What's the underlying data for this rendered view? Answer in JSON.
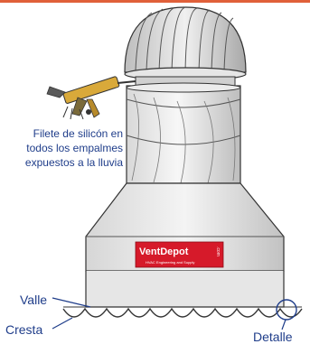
{
  "note": {
    "lines": [
      "Filete de silicón en",
      "todos los empalmes",
      "expuestos a la lluvia"
    ]
  },
  "labels": {
    "valle": "Valle",
    "cresta": "Cresta",
    "detalle": "Detalle"
  },
  "brand": {
    "name": "VentDepot",
    "tagline": "HVAC Engineering and Supply",
    "suffix": ".com"
  },
  "colors": {
    "top_bar": "#e0603a",
    "label_text": "#1f3d8a",
    "leader": "#1f3d8a",
    "brand_bg": "#d61a2a",
    "detail_circle": "#1f3d8a",
    "metal_light": "#f2f2f2",
    "metal_dark": "#9a9a9a",
    "outline": "#333333"
  },
  "icons": {
    "turbine": "turbine-ventilator-icon",
    "caulk_gun": "caulking-gun-icon"
  }
}
